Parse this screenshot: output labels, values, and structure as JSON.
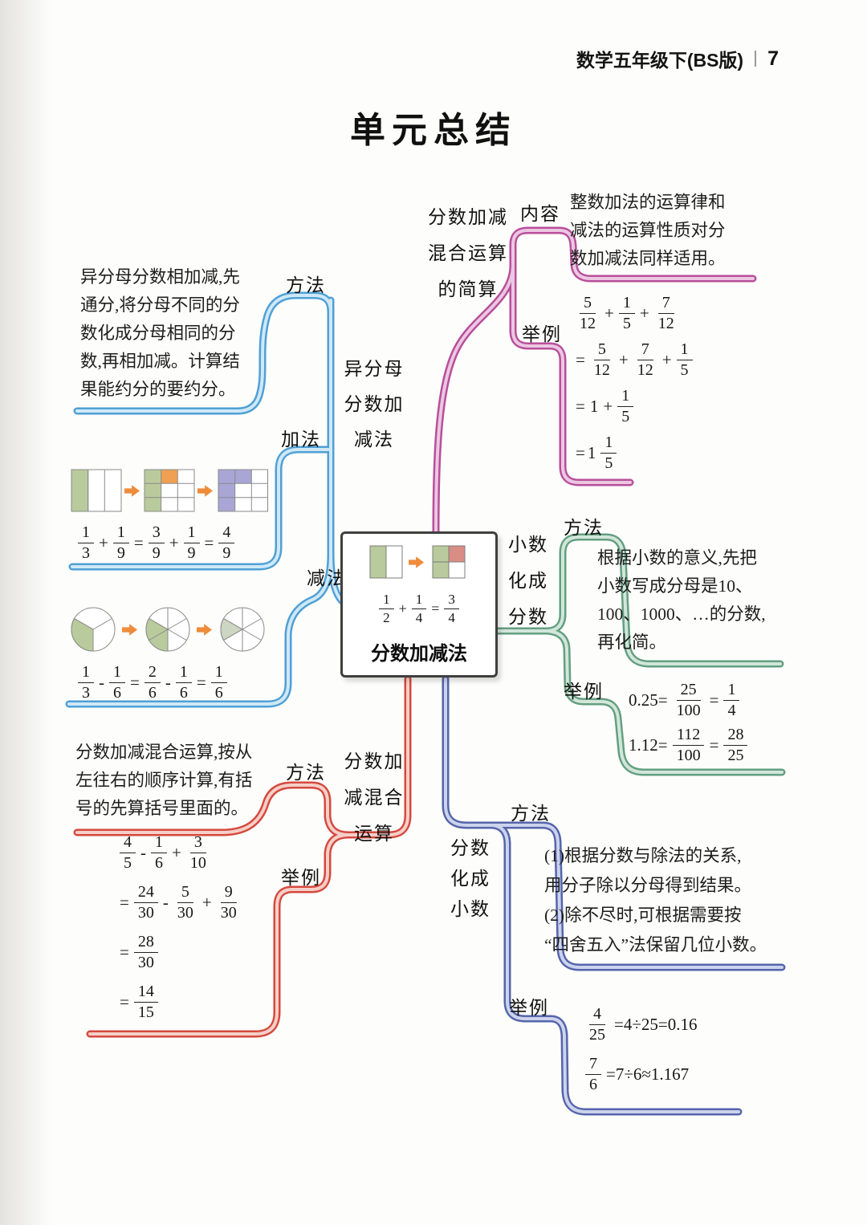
{
  "page": {
    "header": "数学五年级下(BS版)",
    "page_number": "7",
    "title": "单元总结"
  },
  "palette": {
    "green": "#b9cb9c",
    "orange": "#f0a052",
    "red_cell": "#d98d84",
    "purple": "#a9a6d6",
    "arrow": "#ee8c3c",
    "shade_light": "#cdd6c2"
  },
  "center": {
    "label": "分数加减法",
    "equation": "1/2 + 1/4 = 3/4"
  },
  "branches": {
    "mixed_simplify": {
      "color": "#b84f9b",
      "light": "#ecc7e2",
      "node": [
        "分数加减",
        "混合运算",
        "的简算"
      ],
      "content_label": "内容",
      "content_text": [
        "整数加法的运算律和",
        "减法的运算性质对分",
        "数加减法同样适用。"
      ],
      "example_label": "举例",
      "example_math": [
        "5/12 + 1/5 + 7/12",
        "= 5/12 + 7/12 + 1/5",
        "= 1 + 1/5",
        "= 1&1/5"
      ]
    },
    "unlike_denominators": {
      "color": "#4fa0d5",
      "light": "#cfe8f7",
      "node": [
        "异分母",
        "分数加",
        "减法"
      ],
      "method_label": "方法",
      "method_text": [
        "异分母分数相加减,先",
        "通分,将分母不同的分",
        "数化成分母相同的分",
        "数,再相加减。计算结",
        "果能约分的要约分。"
      ],
      "add_label": "加法",
      "add_math": "1/3 + 1/9 = 3/9 + 1/9 = 4/9",
      "sub_label": "减法",
      "sub_math": "1/3 - 1/6 = 2/6 - 1/6 = 1/6"
    },
    "decimal_to_fraction": {
      "color": "#639f80",
      "light": "#d2e6da",
      "node": [
        "小数",
        "化成",
        "分数"
      ],
      "method_label": "方法",
      "method_text": [
        "根据小数的意义,先把",
        "小数写成分母是10、",
        "100、1000、…的分数,",
        "再化简。"
      ],
      "example_label": "举例",
      "example_math": [
        "0.25= 25/100 = 1/4",
        "1.12= 112/100 = 28/25"
      ]
    },
    "mixed_operations": {
      "color": "#d5493e",
      "light": "#f5cfc8",
      "node": [
        "分数加",
        "减混合",
        "运算"
      ],
      "method_label": "方法",
      "method_text": [
        "分数加减混合运算,按从",
        "左往右的顺序计算,有括",
        "号的先算括号里面的。"
      ],
      "example_label": "举例",
      "example_math": [
        "4/5 - 1/6 + 3/10",
        "= 24/30 - 5/30 + 9/30",
        "= 28/30",
        "= 14/15"
      ]
    },
    "fraction_to_decimal": {
      "color": "#5565ab",
      "light": "#ccd3ec",
      "node": [
        "分数",
        "化成",
        "小数"
      ],
      "method_label": "方法",
      "method_text": [
        "(1)根据分数与除法的关系,",
        "用分子除以分母得到结果。",
        "(2)除不尽时,可根据需要按",
        "“四舍五入”法保留几位小数。"
      ],
      "example_label": "举例",
      "example_math": [
        "4/25 =4÷25=0.16",
        "7/6 =7÷6≈1.167"
      ]
    }
  }
}
